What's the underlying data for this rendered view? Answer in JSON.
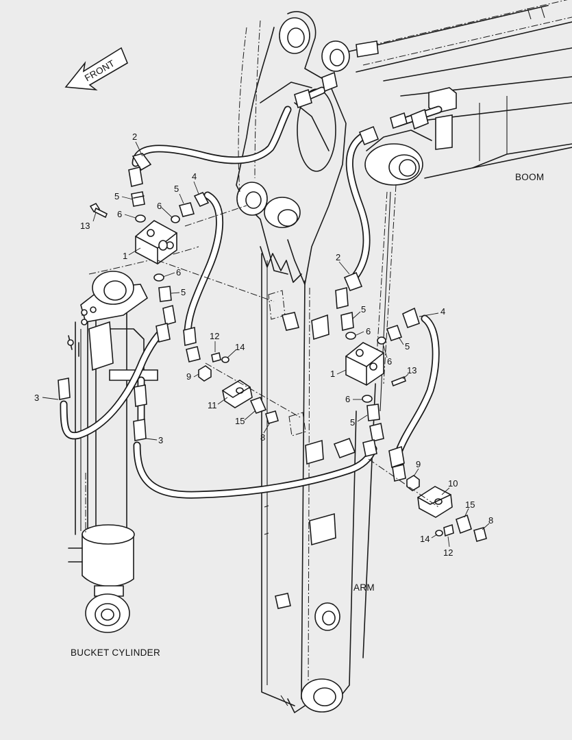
{
  "diagram": {
    "direction_label": "FRONT",
    "boom_label": "BOOM",
    "arm_label": "ARM",
    "cylinder_label": "BUCKET CYLINDER",
    "callouts": [
      {
        "id": "c2a",
        "text": "2"
      },
      {
        "id": "c4a",
        "text": "4"
      },
      {
        "id": "c5a",
        "text": "5"
      },
      {
        "id": "c5b",
        "text": "5"
      },
      {
        "id": "c6a",
        "text": "6"
      },
      {
        "id": "c6b",
        "text": "6"
      },
      {
        "id": "c13a",
        "text": "13"
      },
      {
        "id": "c1a",
        "text": "1"
      },
      {
        "id": "c6c",
        "text": "6"
      },
      {
        "id": "c5c",
        "text": "5"
      },
      {
        "id": "c12a",
        "text": "12"
      },
      {
        "id": "c14a",
        "text": "14"
      },
      {
        "id": "c9a",
        "text": "9"
      },
      {
        "id": "c11",
        "text": "11"
      },
      {
        "id": "c15a",
        "text": "15"
      },
      {
        "id": "c8a",
        "text": "8"
      },
      {
        "id": "c3a",
        "text": "3"
      },
      {
        "id": "c3b",
        "text": "3"
      },
      {
        "id": "c2b",
        "text": "2"
      },
      {
        "id": "c5d",
        "text": "5"
      },
      {
        "id": "c6d",
        "text": "6"
      },
      {
        "id": "c4b",
        "text": "4"
      },
      {
        "id": "c5e",
        "text": "5"
      },
      {
        "id": "c6e",
        "text": "6"
      },
      {
        "id": "c1b",
        "text": "1"
      },
      {
        "id": "c13b",
        "text": "13"
      },
      {
        "id": "c6f",
        "text": "6"
      },
      {
        "id": "c5f",
        "text": "5"
      },
      {
        "id": "c9b",
        "text": "9"
      },
      {
        "id": "c10",
        "text": "10"
      },
      {
        "id": "c15b",
        "text": "15"
      },
      {
        "id": "c8b",
        "text": "8"
      },
      {
        "id": "c14b",
        "text": "14"
      },
      {
        "id": "c12b",
        "text": "12"
      }
    ]
  }
}
